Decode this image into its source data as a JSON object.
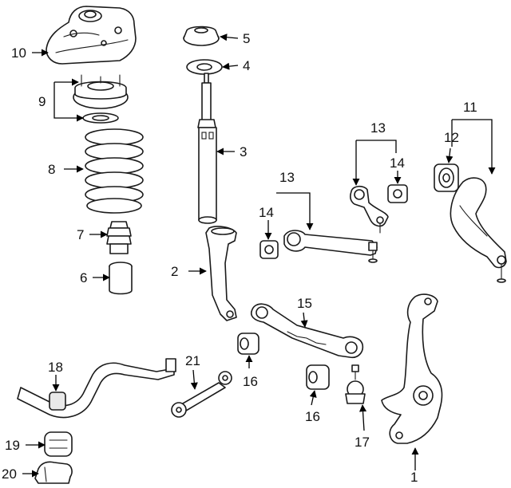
{
  "callouts": {
    "c1": "1",
    "c2": "2",
    "c3": "3",
    "c4": "4",
    "c5": "5",
    "c6": "6",
    "c7": "7",
    "c8": "8",
    "c9": "9",
    "c10": "10",
    "c11": "11",
    "c12": "12",
    "c13a": "13",
    "c13b": "13",
    "c14a": "14",
    "c14b": "14",
    "c15": "15",
    "c16a": "16",
    "c16b": "16",
    "c17": "17",
    "c18": "18",
    "c19": "19",
    "c20": "20",
    "c21": "21"
  },
  "colors": {
    "line": "#1a1a1a",
    "fill": "#ffffff",
    "shade": "#e9e9e9"
  }
}
